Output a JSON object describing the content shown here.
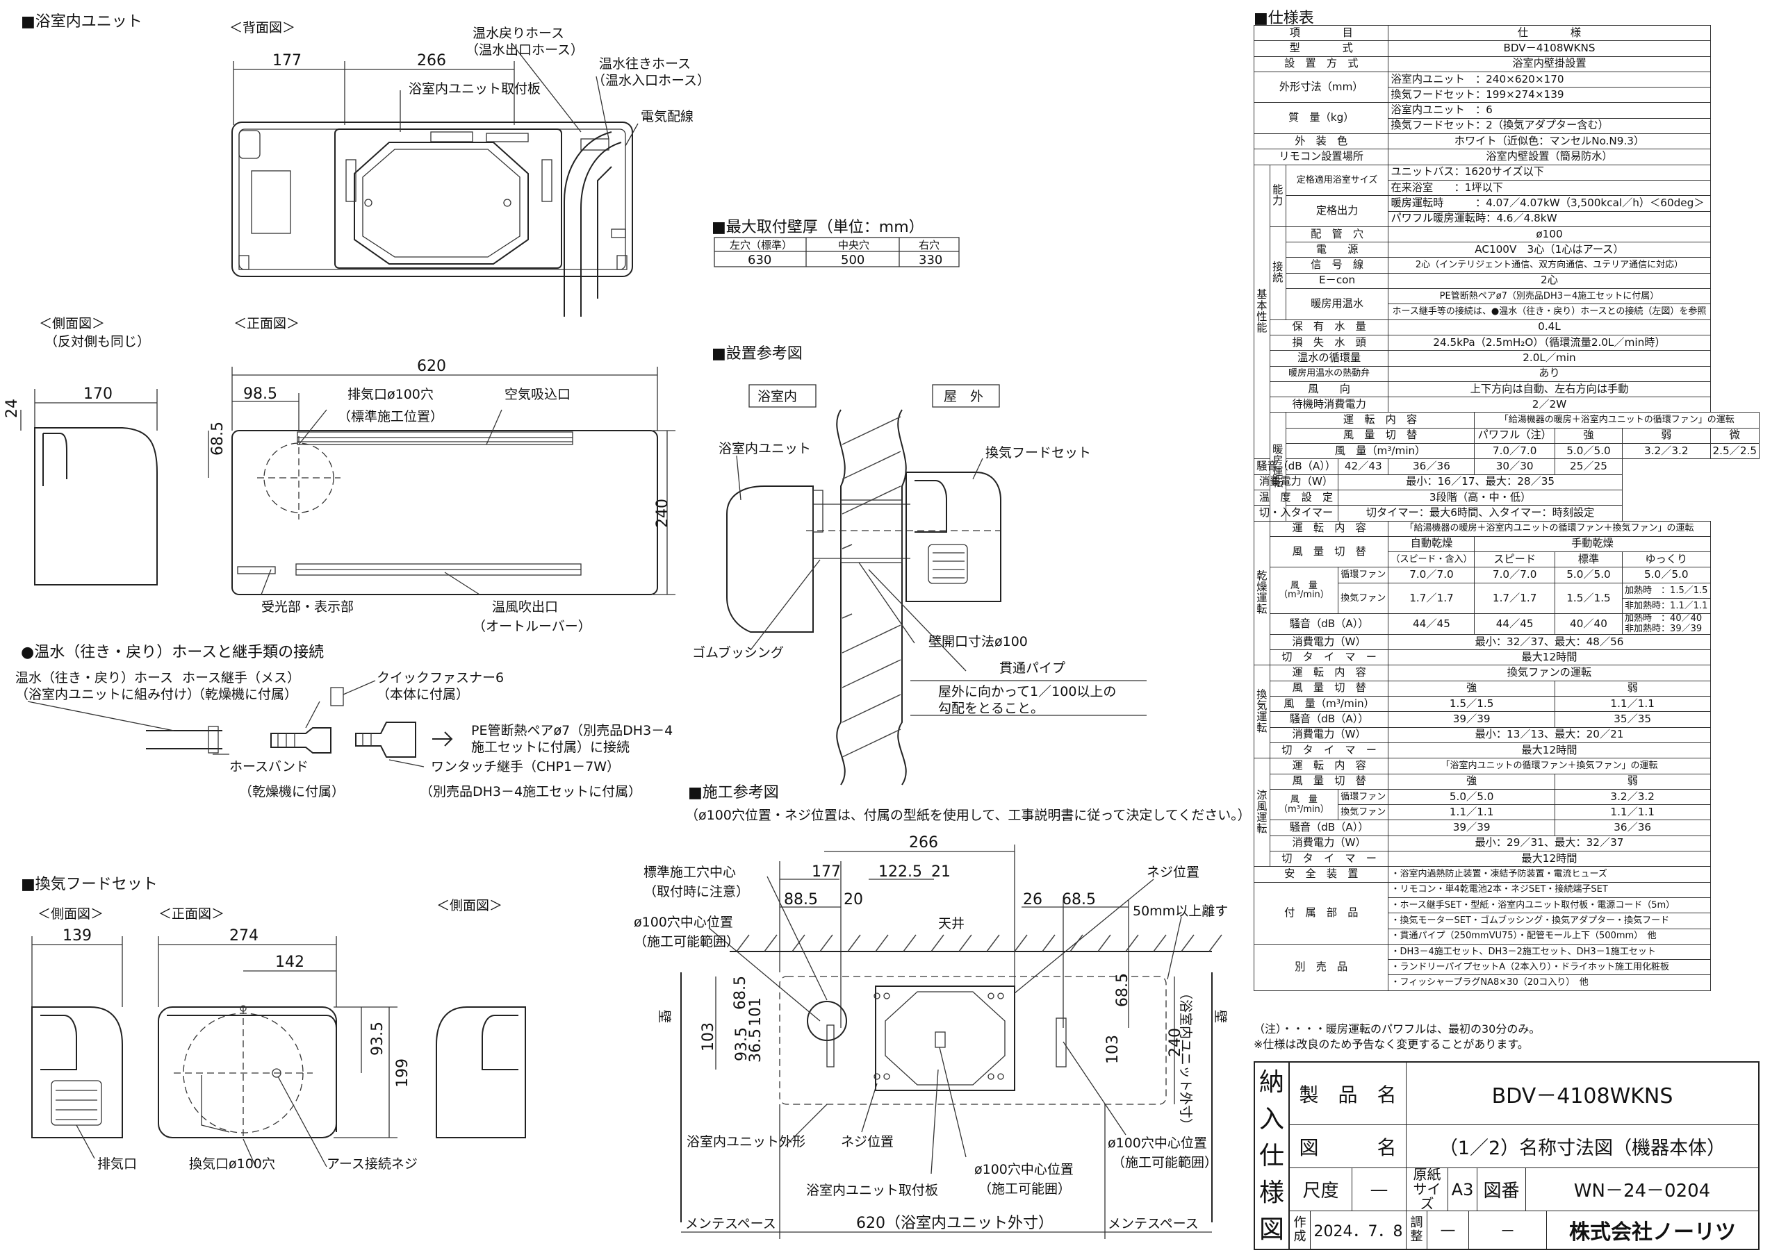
{
  "sections": {
    "unit": "■浴室内ユニット",
    "wall": "■最大取付壁厚（単位：mm）",
    "setup": "■設置参考図",
    "construction": "■施工参考図",
    "hose": "●温水（往き・戻り）ホースと継手類の接続",
    "hood": "■換気フードセット",
    "spec": "■仕様表"
  },
  "unit_drawing": {
    "back_view": "＜背面図＞",
    "side_view": "＜側面図＞",
    "side_note": "（反対側も同じ）",
    "front_view": "＜正面図＞",
    "dims": {
      "d177": "177",
      "d266": "266",
      "d620": "620",
      "d170": "170",
      "d24": "24",
      "d98": "98.5",
      "d68": "68.5",
      "d240": "240"
    },
    "labels": {
      "return_hose": "温水戻りホース",
      "return_hose2": "（温水出口ホース）",
      "supply_hose": "温水往きホース",
      "supply_hose2": "（温水入口ホース）",
      "mount_plate": "浴室内ユニット取付板",
      "wiring": "電気配線",
      "exhaust": "排気口ø100穴",
      "exhaust2": "（標準施工位置）",
      "intake": "空気吸込口",
      "receiver": "受光部・表示部",
      "outlet": "温風吹出口",
      "outlet2": "（オートルーバー）"
    }
  },
  "wall_table": {
    "headers": [
      "左穴（標準）",
      "中央穴",
      "右穴"
    ],
    "values": [
      "630",
      "500",
      "330"
    ]
  },
  "setup_drawing": {
    "indoor": "浴室内",
    "outdoor": "屋　外",
    "unit": "浴室内ユニット",
    "hood": "換気フードセット",
    "bushing": "ゴムブッシング",
    "hole": "壁開口寸法ø100",
    "pipe": "貫通パイプ",
    "slope1": "屋外に向かって1／100以上の",
    "slope2": "勾配をとること。"
  },
  "hose_drawing": {
    "l1": "温水（往き・戻り）ホース",
    "l1b": "（浴室内ユニットに組み付け）",
    "l2": "ホース継手（メス）",
    "l2b": "（乾燥機に付属）",
    "l3": "クイックファスナー6",
    "l3b": "（本体に付属）",
    "l4": "PE管断熱ペアø7（別売品DH3－4",
    "l4b": "施工セットに付属）に接続",
    "l5": "ホースバンド",
    "l5b": "（乾燥機に付属）",
    "l6": "ワンタッチ継手（CHP1－7W）",
    "l6b": "（別売品DH3－4施工セットに付属）"
  },
  "construction_drawing": {
    "note": "（ø100穴位置・ネジ位置は、付属の型紙を使用して、工事説明書に従って決定してください。）",
    "std_center": "標準施工穴中心",
    "std_center2": "（取付時に注意）",
    "hole_center": "ø100穴中心位置",
    "hole_center2": "（施工可能範囲）",
    "ceiling": "天井",
    "screw_pos": "ネジ位置",
    "clearance": "50mm以上離す",
    "outline": "浴室内ユニット外形",
    "screw_pos2": "ネジ位置",
    "plate": "浴室内ユニット取付板",
    "hole_center3": "ø100穴中心位置",
    "hole_center3b": "（施工可能囲）",
    "hole_center4": "ø100穴中心位置",
    "hole_center4b": "（施工可能範囲）",
    "maint": "メンテスペース",
    "width": "620（浴室内ユニット外寸）",
    "height": "240",
    "height_note": "（浴室内ユニット外寸）",
    "wall": "壁",
    "dims": {
      "a": "266",
      "b": "177",
      "c": "122.5",
      "d": "21",
      "e": "88.5",
      "f": "20",
      "g": "26",
      "h": "68.5",
      "i": "68.5",
      "j": "101",
      "k": "103",
      "l": "93.5",
      "m": "36.5",
      "n": "103",
      "o": "68.5"
    }
  },
  "hood_drawing": {
    "side_view": "＜側面図＞",
    "front_view": "＜正面図＞",
    "side_view2": "＜側面図＞",
    "d139": "139",
    "d274": "274",
    "d142": "142",
    "d935": "93.5",
    "d199": "199",
    "exhaust": "排気口",
    "vent": "換気口ø100穴",
    "earth": "アース接続ネジ"
  },
  "spec_rows": [
    [
      "項　　　　目",
      "仕　　　　様"
    ],
    [
      "型　　　　式",
      "BDV－4108WKNS"
    ],
    [
      "設　置　方　式",
      "浴室内壁掛設置"
    ],
    [
      "外形寸法（mm）",
      "浴室内ユニット　：240×620×170",
      "換気フードセット：199×274×139"
    ],
    [
      "質　量（kg）",
      "浴室内ユニット　：6",
      "換気フードセット：2（換気アダプター含む）"
    ],
    [
      "外　装　色",
      "ホワイト（近似色：マンセルNo.N9.3）"
    ],
    [
      "リモコン設置場所",
      "浴室内壁設置（簡易防水）"
    ]
  ],
  "spec_basic": {
    "group": "基本性能",
    "noh": "能力",
    "setsu": "接続",
    "r1a": "定格適用浴室サイズ",
    "r1b": "ユニットバス：1620サイズ以下",
    "r1c": "在来浴室　　：1坪以下",
    "r2a": "定格出力",
    "r2b": "暖房運転時　　　：4.07／4.07kW（3,500kcal／h）＜60deg＞",
    "r2c": "パワフル暖房運転時：4.6／4.8kW",
    "r3a": "配　管　穴",
    "r3b": "ø100",
    "r4a": "電　　源",
    "r4b": "AC100V　3心（1心はアース）",
    "r5a": "信　号　線",
    "r5b": "2心（インテリジェント通信、双方向通信、ユテリア通信に対応）",
    "r6a": "E－con",
    "r6b": "2心",
    "r7a": "暖房用温水",
    "r7b": "PE管断熱ペアø7（別売品DH3－4施工セットに付属）",
    "r7c": "ホース継手等の接続は、●温水（往き・戻り）ホースとの接続（左図）を参照",
    "r8a": "保　有　水　量",
    "r8b": "0.4L",
    "r9a": "損　失　水　頭",
    "r9b": "24.5kPa（2.5mH₂O）（循環流量2.0L／min時）",
    "r10a": "温水の循環量",
    "r10b": "2.0L／min",
    "r11a": "暖房用温水の熱動弁",
    "r11b": "あり",
    "r12a": "風　　向",
    "r12b": "上下方向は自動、左右方向は手動",
    "r13a": "待機時消費電力",
    "r13b": "2／2W"
  },
  "spec_heat": {
    "group": "暖房運転",
    "op_label": "運　転　内　容",
    "op": "「給湯機器の暖房＋浴室内ユニットの循環ファン」の運転",
    "sw_label": "風　量　切　替",
    "sw": [
      "パワフル（注）",
      "強",
      "弱",
      "微"
    ],
    "air_label": "風　量（m³/min）",
    "air": [
      "7.0／7.0",
      "5.0／5.0",
      "3.2／3.2",
      "2.5／2.5"
    ],
    "noise_label": "騒音（dB（A））",
    "noise": [
      "42／43",
      "36／36",
      "30／30",
      "25／25"
    ],
    "power_label": "消費電力（W）",
    "power": "最小：16／17、最大：28／35",
    "temp_label": "温　度　設　定",
    "temp": "3段階（高・中・低）",
    "timer_label": "切・入タイマー",
    "timer": "切タイマー：最大6時間、入タイマー：時刻設定"
  },
  "spec_dry": {
    "group": "乾燥運転",
    "op_label": "運　転　内　容",
    "op": "「給湯機器の暖房＋浴室内ユニットの循環ファン＋換気ファン」の運転",
    "sw_label": "風　量　切　替",
    "auto": "自動乾燥",
    "auto2": "（スピード・含入）",
    "manual": "手動乾燥",
    "sw": [
      "スピード",
      "標準",
      "ゆっくり"
    ],
    "air_label": "風　量（m³/min）",
    "circ": "循環ファン",
    "vent": "換気ファン",
    "circ_v": [
      "7.0／7.0",
      "7.0／7.0",
      "5.0／5.0",
      "5.0／5.0"
    ],
    "vent_v": [
      "1.7／1.7",
      "1.7／1.7",
      "1.5／1.5"
    ],
    "vent_slow": [
      "加熱時　：1.5／1.5",
      "非加熱時：1.1／1.1"
    ],
    "noise_label": "騒音（dB（A））",
    "noise": [
      "44／45",
      "44／45",
      "40／40"
    ],
    "noise_slow": [
      "加熱時　：40／40",
      "非加熱時：39／39"
    ],
    "power_label": "消費電力（W）",
    "power": "最小：32／37、最大：48／56",
    "timer_label": "切　タ　イ　マ　ー",
    "timer": "最大12時間"
  },
  "spec_vent": {
    "group": "換気運転",
    "op_label": "運　転　内　容",
    "op": "換気ファンの運転",
    "sw_label": "風　量　切　替",
    "sw": [
      "強",
      "弱"
    ],
    "air_label": "風　量（m³/min）",
    "air": [
      "1.5／1.5",
      "1.1／1.1"
    ],
    "noise_label": "騒音（dB（A））",
    "noise": [
      "39／39",
      "35／35"
    ],
    "power_label": "消費電力（W）",
    "power": "最小：13／13、最大：20／21",
    "timer_label": "切　タ　イ　マ　ー",
    "timer": "最大12時間"
  },
  "spec_cool": {
    "group": "涼風運転",
    "op_label": "運　転　内　容",
    "op": "「浴室内ユニットの循環ファン＋換気ファン」の運転",
    "sw_label": "風　量　切　替",
    "sw": [
      "強",
      "弱"
    ],
    "air_label": "風　量（m³/min）",
    "circ": "循環ファン",
    "vent": "換気ファン",
    "circ_v": [
      "5.0／5.0",
      "3.2／3.2"
    ],
    "vent_v": [
      "1.1／1.1",
      "1.1／1.1"
    ],
    "noise_label": "騒音（dB（A））",
    "noise": [
      "39／39",
      "36／36"
    ],
    "power_label": "消費電力（W）",
    "power": "最小：29／31、最大：32／37",
    "timer_label": "切　タ　イ　マ　ー",
    "timer": "最大12時間"
  },
  "spec_tail": {
    "safety_label": "安　全　装　置",
    "safety": "・浴室内過熱防止装置・凍結予防装置・電流ヒューズ",
    "parts_label": "付　属　部　品",
    "parts": [
      "・リモコン・単4乾電池2本・ネジSET・接続端子SET",
      "・ホース継手SET・型紙・浴室内ユニット取付板・電源コード（5m）",
      "・換気モーターSET・ゴムブッシング・換気アダプター・換気フード",
      "・貫通パイプ（250mmVU75）・配管モール上下（500mm）　他"
    ],
    "sold_label": "別　売　品",
    "sold": [
      "・DH3－4施工セット、DH3－2施工セット、DH3－1施工セット",
      "・ランドリーパイプセットA（2本入り）・ドライホット施工用化粧板",
      "・フィッシャープラグNA8×30（20コ入り）　他"
    ]
  },
  "notes": [
    "（注）・・・・暖房運転のパワフルは、最初の30分のみ。",
    "※仕様は改良のため予告なく変更することがあります。"
  ],
  "title_block": {
    "side": [
      "納",
      "入",
      "仕",
      "様",
      "図"
    ],
    "product_label": "製　品　名",
    "product": "BDV－4108WKNS",
    "drawing_label": "図　　　名",
    "drawing": "（1／2）名称寸法図（機器本体）",
    "scale_label": "尺度",
    "scale": "—",
    "paper_label": "原紙サイズ",
    "paper": "A3",
    "no_label": "図番",
    "no": "WN－24－0204",
    "made_label": "作成",
    "date": "2024．7．8",
    "adj_label": "調整",
    "adj": "—",
    "adj2": "－",
    "company": "株式会社ノーリツ"
  }
}
